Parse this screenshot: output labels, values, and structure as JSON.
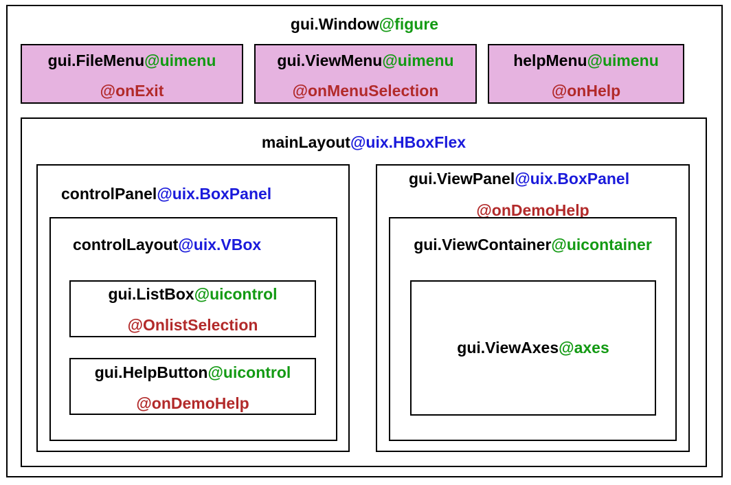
{
  "window": {
    "name": "gui.Window",
    "type": "@figure"
  },
  "menus": [
    {
      "name": "gui.FileMenu",
      "type": "@uimenu",
      "callback": "@onExit"
    },
    {
      "name": "gui.ViewMenu",
      "type": "@uimenu",
      "callback": "@onMenuSelection"
    },
    {
      "name": "helpMenu",
      "type": "@uimenu",
      "callback": "@onHelp"
    }
  ],
  "main_layout": {
    "name": "mainLayout",
    "type": "@uix.HBoxFlex"
  },
  "control_panel": {
    "name": "controlPanel",
    "type": "@uix.BoxPanel"
  },
  "control_layout": {
    "name": "controlLayout",
    "type": "@uix.VBox"
  },
  "list_box": {
    "name": "gui.ListBox",
    "type": "@uicontrol",
    "callback": "@OnlistSelection"
  },
  "help_button": {
    "name": "gui.HelpButton",
    "type": "@uicontrol",
    "callback": "@onDemoHelp"
  },
  "view_panel": {
    "name": "gui.ViewPanel",
    "type": "@uix.BoxPanel",
    "callback": "@onDemoHelp"
  },
  "view_container": {
    "name": "gui.ViewContainer",
    "type": "@uicontainer"
  },
  "view_axes": {
    "name": "gui.ViewAxes",
    "type": "@axes"
  },
  "colors": {
    "menu_fill": "#e6b3e0",
    "builtin_type": "#139a13",
    "uix_type": "#1a1adb",
    "callback": "#b22a2a"
  }
}
